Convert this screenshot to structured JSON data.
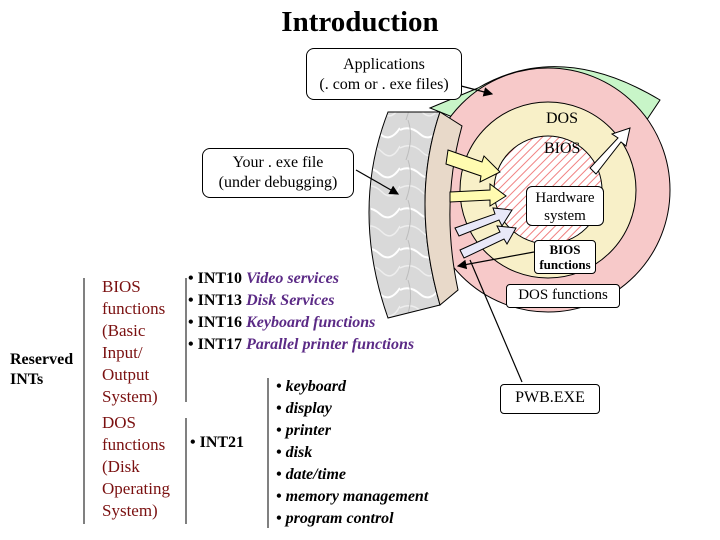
{
  "title": "Introduction",
  "labels": {
    "applications": [
      "Applications",
      "(. com or . exe files)"
    ],
    "your_exe": [
      "Your . exe file",
      "(under debugging)"
    ],
    "dos": "DOS",
    "bios": "BIOS",
    "hardware": [
      "Hardware",
      "system"
    ],
    "bios_functions": [
      "BIOS",
      "functions"
    ],
    "dos_functions": "DOS functions",
    "pwb": "PWB.EXE"
  },
  "left": {
    "reserved": [
      "Reserved",
      "INTs"
    ],
    "bios_group": [
      "BIOS",
      "functions",
      "(Basic",
      "Input/",
      "Output",
      "System)"
    ],
    "dos_group": [
      "DOS",
      "functions",
      "(Disk",
      "Operating",
      "System)"
    ]
  },
  "bios_ints": [
    {
      "code": "• INT10",
      "desc": "Video services"
    },
    {
      "code": "• INT13",
      "desc": "Disk Services"
    },
    {
      "code": "• INT16",
      "desc": "Keyboard functions"
    },
    {
      "code": "• INT17",
      "desc": "Parallel printer functions"
    }
  ],
  "dos_int": "• INT21",
  "dos_services": [
    "• keyboard",
    "• display",
    "• printer",
    "• disk",
    "• date/time",
    "• memory management",
    "• program control"
  ],
  "colors": {
    "applications_ring": "#c8f5c8",
    "dos_ring": "#f7c9c9",
    "bios_ring": "#f8f0c8",
    "marble": "#d6d6d6",
    "tan": "#e8d9c9"
  }
}
